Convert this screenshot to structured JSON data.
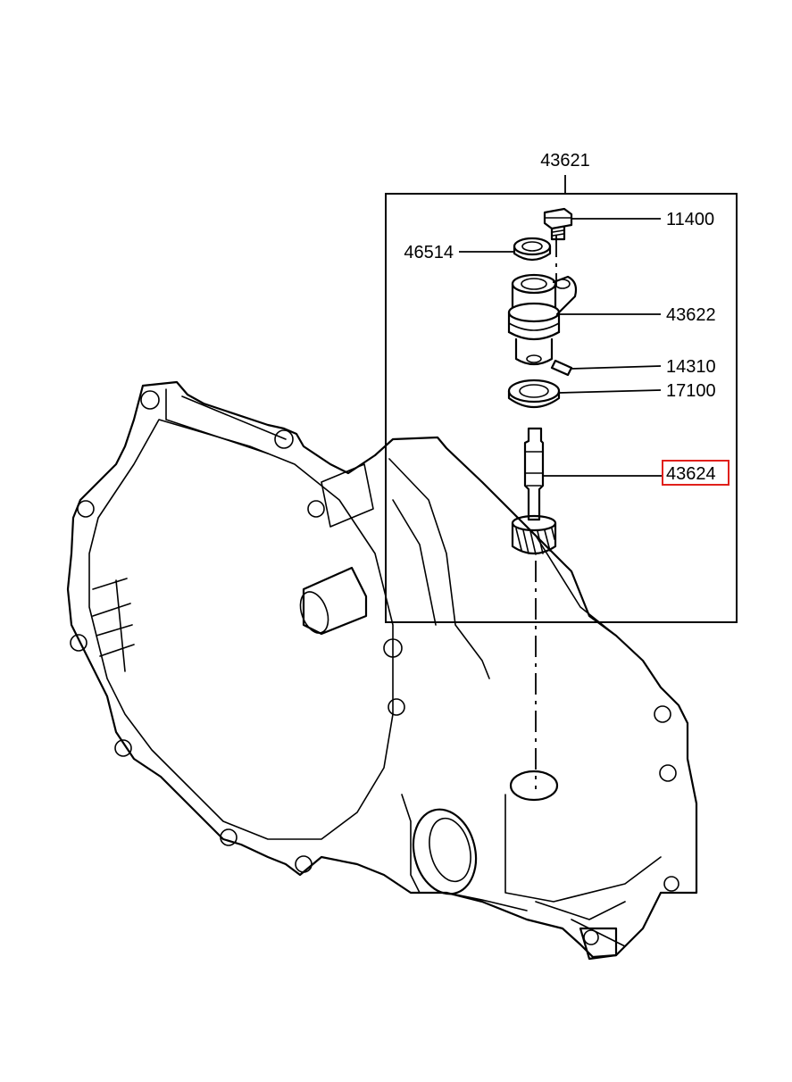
{
  "diagram": {
    "assembly_label": "43621",
    "highlight_color": "#e0201b",
    "parts": [
      {
        "number": "11400",
        "name": "bolt"
      },
      {
        "number": "46514",
        "name": "o-ring"
      },
      {
        "number": "43622",
        "name": "sleeve"
      },
      {
        "number": "14310",
        "name": "pin"
      },
      {
        "number": "17100",
        "name": "oil-seal"
      },
      {
        "number": "43624",
        "name": "driven-gear-shaft",
        "highlighted": true
      }
    ]
  }
}
